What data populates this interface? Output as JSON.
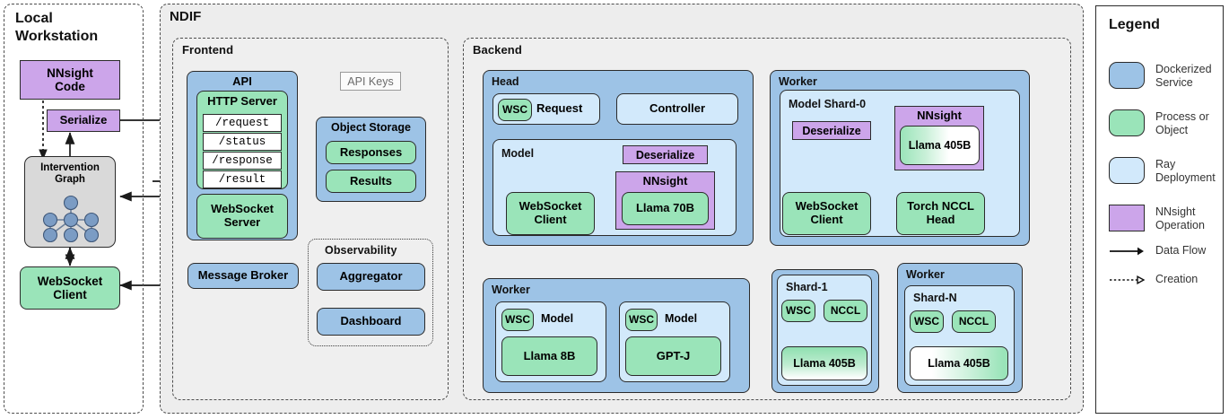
{
  "workstation": {
    "title_line1": "Local",
    "title_line2": "Workstation",
    "nnsight_code": "NNsight\nCode",
    "serialize": "Serialize",
    "intervention_graph": "Intervention\nGraph",
    "websocket_client": "WebSocket\nClient"
  },
  "ndif": {
    "title": "NDIF",
    "frontend": {
      "title": "Frontend",
      "api": {
        "title": "API",
        "http_server": "HTTP Server",
        "endpoints": [
          "/request",
          "/status",
          "/response",
          "/result"
        ],
        "websocket_server": "WebSocket\nServer"
      },
      "api_keys": "API Keys",
      "object_storage": {
        "title": "Object Storage",
        "responses": "Responses",
        "results": "Results"
      },
      "message_broker": "Message Broker",
      "observability": {
        "title": "Observability",
        "aggregator": "Aggregator",
        "dashboard": "Dashboard"
      }
    },
    "backend": {
      "title": "Backend",
      "head": {
        "title": "Head",
        "wsc": "WSC",
        "request": "Request",
        "controller": "Controller",
        "model": {
          "title": "Model",
          "deserialize": "Deserialize",
          "nnsight": "NNsight",
          "llm": "Llama 70B",
          "websocket_client": "WebSocket\nClient"
        }
      },
      "worker_shard0": {
        "title": "Worker",
        "shard_title": "Model Shard-0",
        "deserialize": "Deserialize",
        "nnsight": "NNsight",
        "llm": "Llama 405B",
        "websocket_client": "WebSocket\nClient",
        "torch_nccl_head": "Torch NCCL\nHead"
      },
      "worker_small": {
        "title": "Worker",
        "models": [
          {
            "wsc": "WSC",
            "title": "Model",
            "llm": "Llama 8B"
          },
          {
            "wsc": "WSC",
            "title": "Model",
            "llm": "GPT-J"
          }
        ]
      },
      "worker_shard1": {
        "shard_title": "Shard-1",
        "wsc": "WSC",
        "nccl": "NCCL",
        "llm": "Llama 405B"
      },
      "worker_shardN": {
        "title": "Worker",
        "shard_title": "Shard-N",
        "wsc": "WSC",
        "nccl": "NCCL",
        "llm": "Llama 405B"
      }
    }
  },
  "legend": {
    "title": "Legend",
    "items": [
      {
        "label": "Dockerized\nService",
        "color": "#9dc3e6",
        "shape": "rounded"
      },
      {
        "label": "Process or\nObject",
        "color": "#9ae4b9",
        "shape": "rounded"
      },
      {
        "label": "Ray\nDeployment",
        "color": "#d2e9fb",
        "shape": "rounded"
      },
      {
        "label": "NNsight\nOperation",
        "color": "#cca5ea",
        "shape": "square"
      },
      {
        "label": "Data Flow",
        "color": "#000000",
        "shape": "arrow-solid"
      },
      {
        "label": "Creation",
        "color": "#000000",
        "shape": "arrow-dotted"
      }
    ]
  }
}
